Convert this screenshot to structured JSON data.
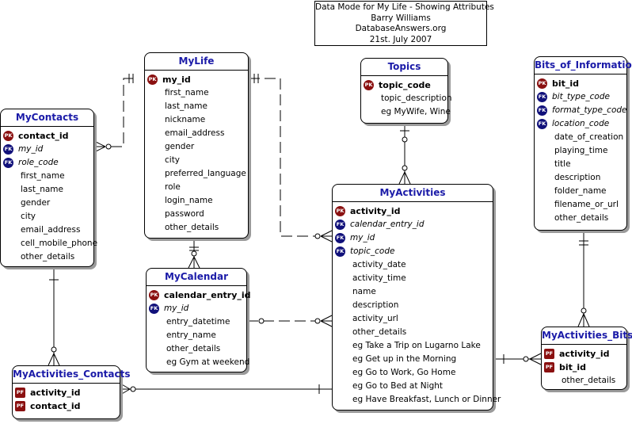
{
  "title": {
    "line1": "Data Mode for My Life - Showing Attributes",
    "line2": "Barry Williams",
    "line3": "DatabaseAnswers.org",
    "line4": "21st. July 2007"
  },
  "entities": {
    "mycontacts": {
      "name": "MyContacts",
      "attributes": [
        {
          "text": "contact_id",
          "badge": "PK"
        },
        {
          "text": "my_id",
          "badge": "FK"
        },
        {
          "text": "role_code",
          "badge": "FK"
        },
        {
          "text": "first_name"
        },
        {
          "text": "last_name"
        },
        {
          "text": "gender"
        },
        {
          "text": "city"
        },
        {
          "text": "email_address"
        },
        {
          "text": "cell_mobile_phone"
        },
        {
          "text": "other_details"
        }
      ]
    },
    "mylife": {
      "name": "MyLife",
      "attributes": [
        {
          "text": "my_id",
          "badge": "PK"
        },
        {
          "text": "first_name"
        },
        {
          "text": "last_name"
        },
        {
          "text": "nickname"
        },
        {
          "text": "email_address"
        },
        {
          "text": "gender"
        },
        {
          "text": "city"
        },
        {
          "text": "preferred_language"
        },
        {
          "text": "role"
        },
        {
          "text": "login_name"
        },
        {
          "text": "password"
        },
        {
          "text": "other_details"
        }
      ]
    },
    "topics": {
      "name": "Topics",
      "attributes": [
        {
          "text": "topic_code",
          "badge": "PK"
        },
        {
          "text": "topic_description"
        },
        {
          "text": "eg MyWife, Wine"
        }
      ]
    },
    "bits": {
      "name": "Bits_of_Information",
      "attributes": [
        {
          "text": "bit_id",
          "badge": "PK"
        },
        {
          "text": "bit_type_code",
          "badge": "FK"
        },
        {
          "text": "format_type_code",
          "badge": "FK"
        },
        {
          "text": "location_code",
          "badge": "FK"
        },
        {
          "text": "date_of_creation"
        },
        {
          "text": "playing_time"
        },
        {
          "text": "title"
        },
        {
          "text": "description"
        },
        {
          "text": "folder_name"
        },
        {
          "text": "filename_or_url"
        },
        {
          "text": "other_details"
        }
      ]
    },
    "myactivities": {
      "name": "MyActivities",
      "attributes": [
        {
          "text": "activity_id",
          "badge": "PK"
        },
        {
          "text": "calendar_entry_id",
          "badge": "FK"
        },
        {
          "text": "my_id",
          "badge": "FK"
        },
        {
          "text": "topic_code",
          "badge": "FK"
        },
        {
          "text": "activity_date"
        },
        {
          "text": "activity_time"
        },
        {
          "text": "name"
        },
        {
          "text": "description"
        },
        {
          "text": "activity_url"
        },
        {
          "text": "other_details"
        },
        {
          "text": "eg Take a Trip on Lugarno Lake"
        },
        {
          "text": "eg Get up in the Morning"
        },
        {
          "text": "eg Go to Work, Go Home"
        },
        {
          "text": "eg Go to Bed at Night"
        },
        {
          "text": "eg Have Breakfast, Lunch or Dinner"
        }
      ]
    },
    "mycalendar": {
      "name": "MyCalendar",
      "attributes": [
        {
          "text": "calendar_entry_id",
          "badge": "PK"
        },
        {
          "text": "my_id",
          "badge": "FK"
        },
        {
          "text": "entry_datetime"
        },
        {
          "text": "entry_name"
        },
        {
          "text": "other_details"
        },
        {
          "text": "eg Gym at weekend"
        }
      ]
    },
    "myactivities_contacts": {
      "name": "MyActivities_Contacts",
      "attributes": [
        {
          "text": "activity_id",
          "badge": "PF"
        },
        {
          "text": "contact_id",
          "badge": "PF"
        }
      ]
    },
    "myactivities_bits": {
      "name": "MyActivities_Bits",
      "attributes": [
        {
          "text": "activity_id",
          "badge": "PF"
        },
        {
          "text": "bit_id",
          "badge": "PF"
        },
        {
          "text": "other_details"
        }
      ]
    }
  }
}
